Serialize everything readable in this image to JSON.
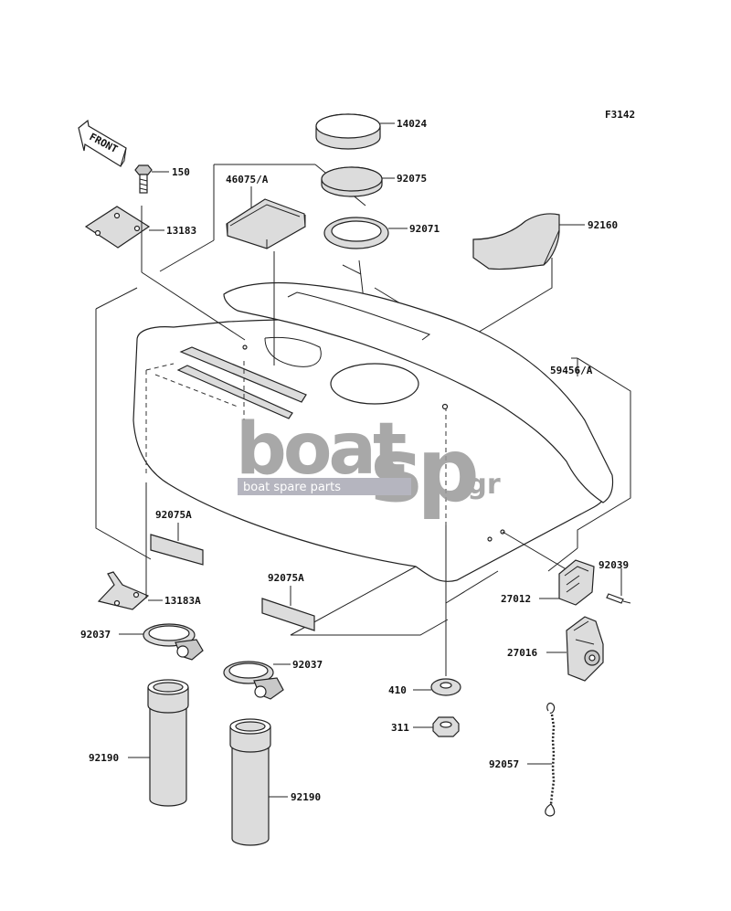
{
  "figure_code": "F3142",
  "front_label": "FRONT",
  "watermark": {
    "brand_main": "boat",
    "brand_sp": "sp",
    "brand_suffix": ".gr",
    "tagline": "boat spare parts"
  },
  "parts": {
    "p14024": "14024",
    "p92075": "92075",
    "p92071": "92071",
    "p92160": "92160",
    "p46075": "46075/A",
    "p150": "150",
    "p13183": "13183",
    "p59456": "59456/A",
    "p92075A_1": "92075A",
    "p92075A_2": "92075A",
    "p13183A": "13183A",
    "p92037_1": "92037",
    "p92037_2": "92037",
    "p92190_1": "92190",
    "p92190_2": "92190",
    "p92039": "92039",
    "p27012": "27012",
    "p27016": "27016",
    "p410": "410",
    "p311": "311",
    "p92057": "92057"
  },
  "colors": {
    "line": "#222222",
    "part_fill": "#dcdcdc",
    "watermark_gray": "#9a9a9a",
    "watermark_bar": "#a9a9b4"
  }
}
